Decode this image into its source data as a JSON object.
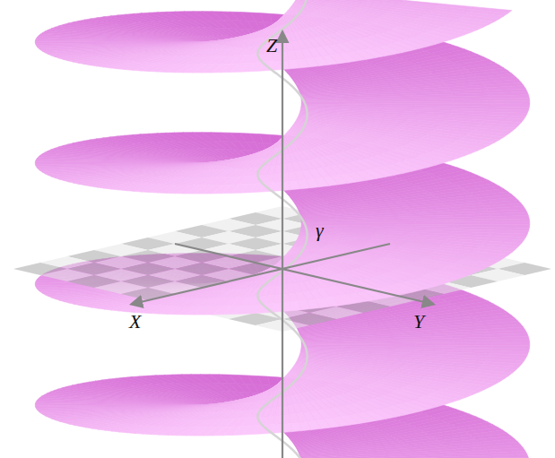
{
  "diagram": {
    "labels": [
      "Z",
      "γ",
      "X",
      "Y"
    ]
  }
}
